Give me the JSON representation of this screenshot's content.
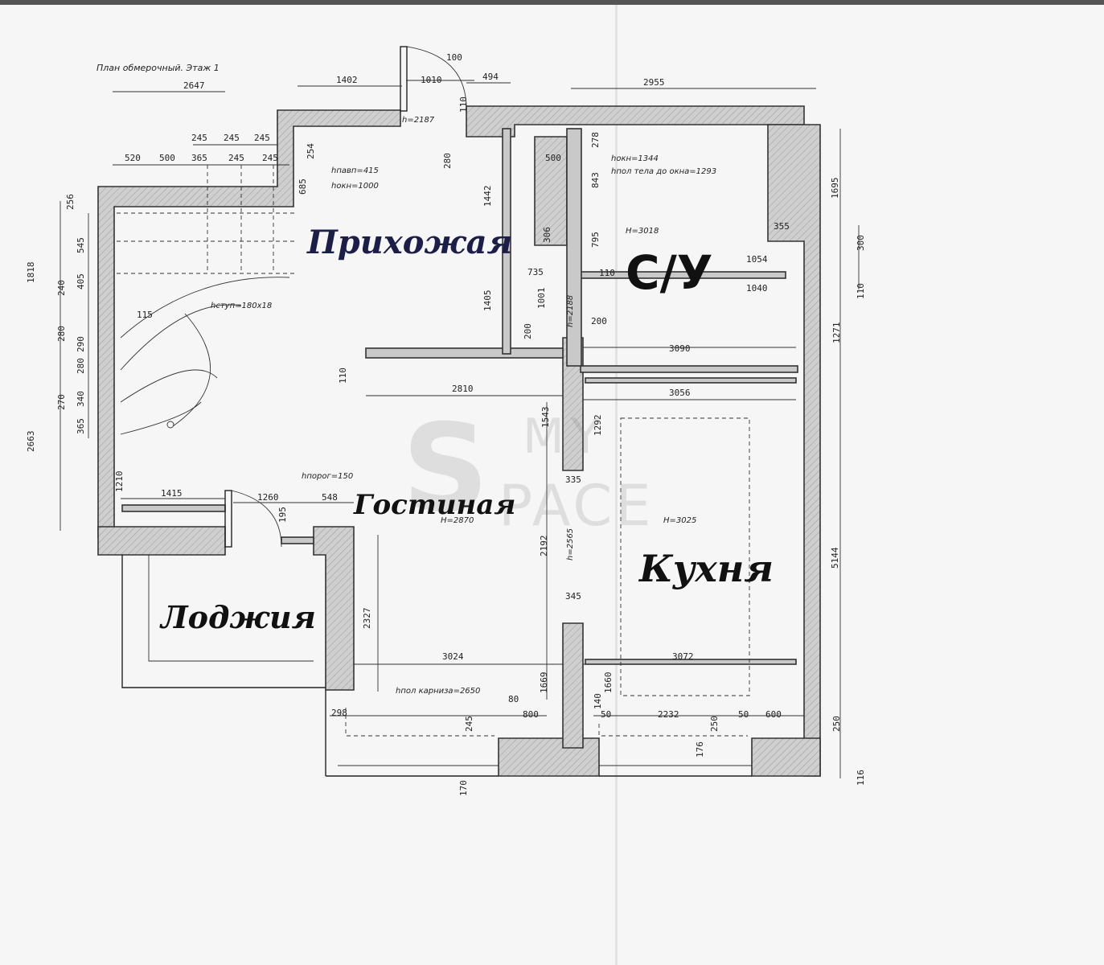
{
  "plan": {
    "title": "План обмерочный. Этаж 1",
    "rooms": {
      "hall": "Прихожая",
      "wc": "С/У",
      "living": "Гостиная",
      "kitchen": "Кухня",
      "loggia": "Лоджия"
    },
    "notes": {
      "door_top": "h=2187",
      "window_h1": "hпавп=415",
      "window_h2": "hокн=1000",
      "wc_h1": "hокн=1344",
      "wc_h2": "hпол тела до окна=1293",
      "wc_ceiling": "H=3018",
      "stair": "hступ=180x18",
      "door_mid": "h=2188",
      "living_h": "hпорог=150",
      "living_ceiling": "H=2870",
      "door_kitchen": "h=2565",
      "kitchen_ceiling": "H=3025",
      "bottom": "hпол карниза=2650"
    },
    "dims": {
      "d2647": "2647",
      "d1402": "1402",
      "d1010": "1010",
      "d100": "100",
      "d494": "494",
      "d2955": "2955",
      "d520": "520",
      "d500a": "500",
      "d365a": "365",
      "d245a": "245",
      "d245b": "245",
      "d245c": "245",
      "d245d": "245",
      "d245e": "245",
      "d256": "256",
      "d545": "545",
      "d405": "405",
      "d240": "240",
      "d280a": "280",
      "d290": "290",
      "d280b": "280",
      "d270": "270",
      "d340": "340",
      "d365b": "365",
      "d1818": "1818",
      "d2663": "2663",
      "d1210": "1210",
      "d1415": "1415",
      "d1260": "1260",
      "d548": "548",
      "d195": "195",
      "d115": "115",
      "d110a": "110",
      "d280c": "280",
      "d685": "685",
      "d254": "254",
      "d1442": "1442",
      "d1405": "1405",
      "d735": "735",
      "d1001": "1001",
      "d110b": "110",
      "d200a": "200",
      "d200b": "200",
      "d110c": "110",
      "d2810": "2810",
      "d1543": "1543",
      "d500b": "500",
      "d278": "278",
      "d843": "843",
      "d795": "795",
      "d306": "306",
      "d1695": "1695",
      "d355": "355",
      "d300": "300",
      "d1054": "1054",
      "d1040": "1040",
      "d110d": "110",
      "d1271": "1271",
      "d3090": "3090",
      "d3056": "3056",
      "d1292": "1292",
      "d335": "335",
      "d5144": "5144",
      "d2192": "2192",
      "d345": "345",
      "d2327": "2327",
      "d3024": "3024",
      "d3072": "3072",
      "d1669": "1669",
      "d1660": "1660",
      "d140": "140",
      "d298": "298",
      "d80": "80",
      "d800": "800",
      "d245f": "245",
      "d50a": "50",
      "d2232": "2232",
      "d50b": "50",
      "d600": "600",
      "d250a": "250",
      "d176": "176",
      "d250b": "250",
      "d170": "170",
      "d116": "116"
    },
    "watermark": {
      "s": "S",
      "my": "MY",
      "space": "PACE"
    }
  }
}
